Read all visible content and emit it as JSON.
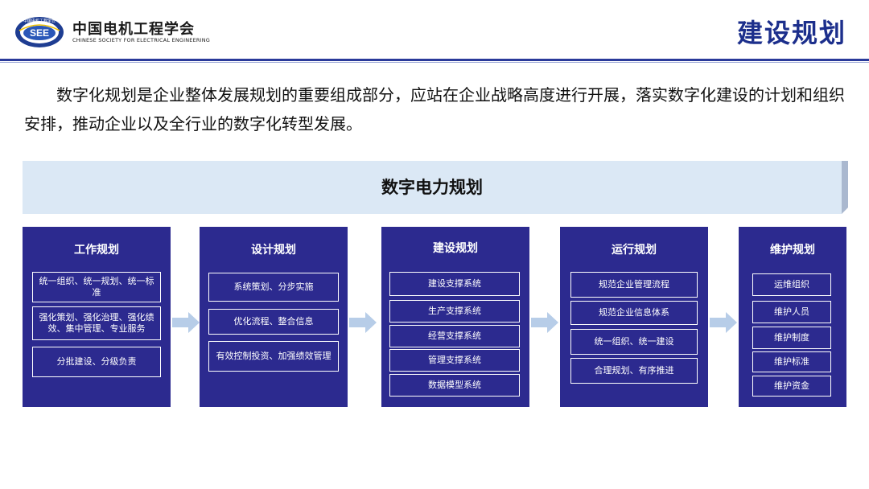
{
  "header": {
    "org_name_cn": "中国电机工程学会",
    "org_name_en": "CHINESE SOCIETY FOR ELECTRICAL ENGINEERING",
    "logo_text": "SEE",
    "logo_ring_text": "中国电机工程学会",
    "page_title": "建设规划"
  },
  "intro": "数字化规划是企业整体发展规划的重要组成部分，应站在企业战略高度进行开展，落实数字化建设的计划和组织安排，推动企业以及全行业的数字化转型发展。",
  "banner": {
    "title": "数字电力规划"
  },
  "panels": [
    {
      "title": "工作规划",
      "items": [
        "统一组织、统一规划、统一标准",
        "强化策划、强化治理、强化绩效、集中管理、专业服务",
        "分批建设、分级负责"
      ]
    },
    {
      "title": "设计规划",
      "items": [
        "系统策划、分步实施",
        "优化流程、整合信息",
        "有效控制投资、加强绩效管理"
      ]
    },
    {
      "title": "建设规划",
      "items": [
        "建设支撑系统",
        "生产支撑系统",
        "经营支撑系统",
        "管理支撑系统",
        "数据模型系统"
      ]
    },
    {
      "title": "运行规划",
      "items": [
        "规范企业管理流程",
        "规范企业信息体系",
        "统一组织、统一建设",
        "合理规划、有序推进"
      ]
    },
    {
      "title": "维护规划",
      "items": [
        "运维组织",
        "维护人员",
        "维护制度",
        "维护标准",
        "维护资金"
      ]
    }
  ],
  "colors": {
    "accent": "#2c2a8f",
    "title": "#1c2f8c",
    "banner": "#dbe8f5",
    "arrow": "#b7cde8"
  }
}
